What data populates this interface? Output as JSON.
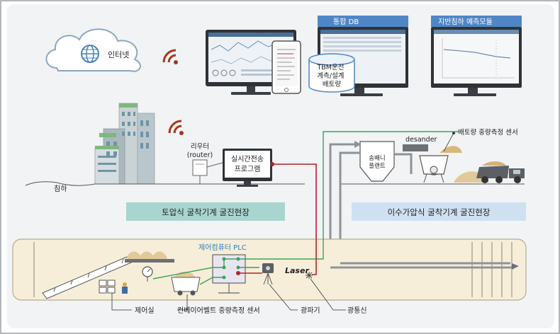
{
  "internet": {
    "label": "인터넷"
  },
  "monitors": {
    "db_title": "통합 DB",
    "prediction_title": "지반침하 예측모듈",
    "db_cylinder_label": "TBM운전\n계측/설계\n배토량"
  },
  "building": {
    "subsidence_label": "침하"
  },
  "router": {
    "label_line1": "리우터",
    "label_line2": "(router)"
  },
  "realtime_box": {
    "line1": "실시간전송",
    "line2": "프로그램"
  },
  "banners": {
    "left": "토압식 굴착기계 굴진현장",
    "right": "이수가압식 굴착기계 굴진현장"
  },
  "tunnel": {
    "plc_label": "제어컴퓨터 PLC",
    "laser_label": "Laser"
  },
  "plant": {
    "desander_label": "desander",
    "plant_label": "송배니\n플랜트",
    "sensor_label": "배토량 중량측정 센서"
  },
  "callouts": {
    "control_room": "제어실",
    "conveyor_sensor": "컨베이어벨트 중량측정 센서",
    "optical_meter": "광파기",
    "optical_comm": "광통신"
  },
  "colors": {
    "green_line": "#3aa35a",
    "red_line": "#b3232a",
    "banner_bg": "#a8d5cf",
    "banner_right_bg": "#cfe0f2",
    "tunnel_bg": "#f6eed9",
    "wifi_red": "#a5361f"
  }
}
